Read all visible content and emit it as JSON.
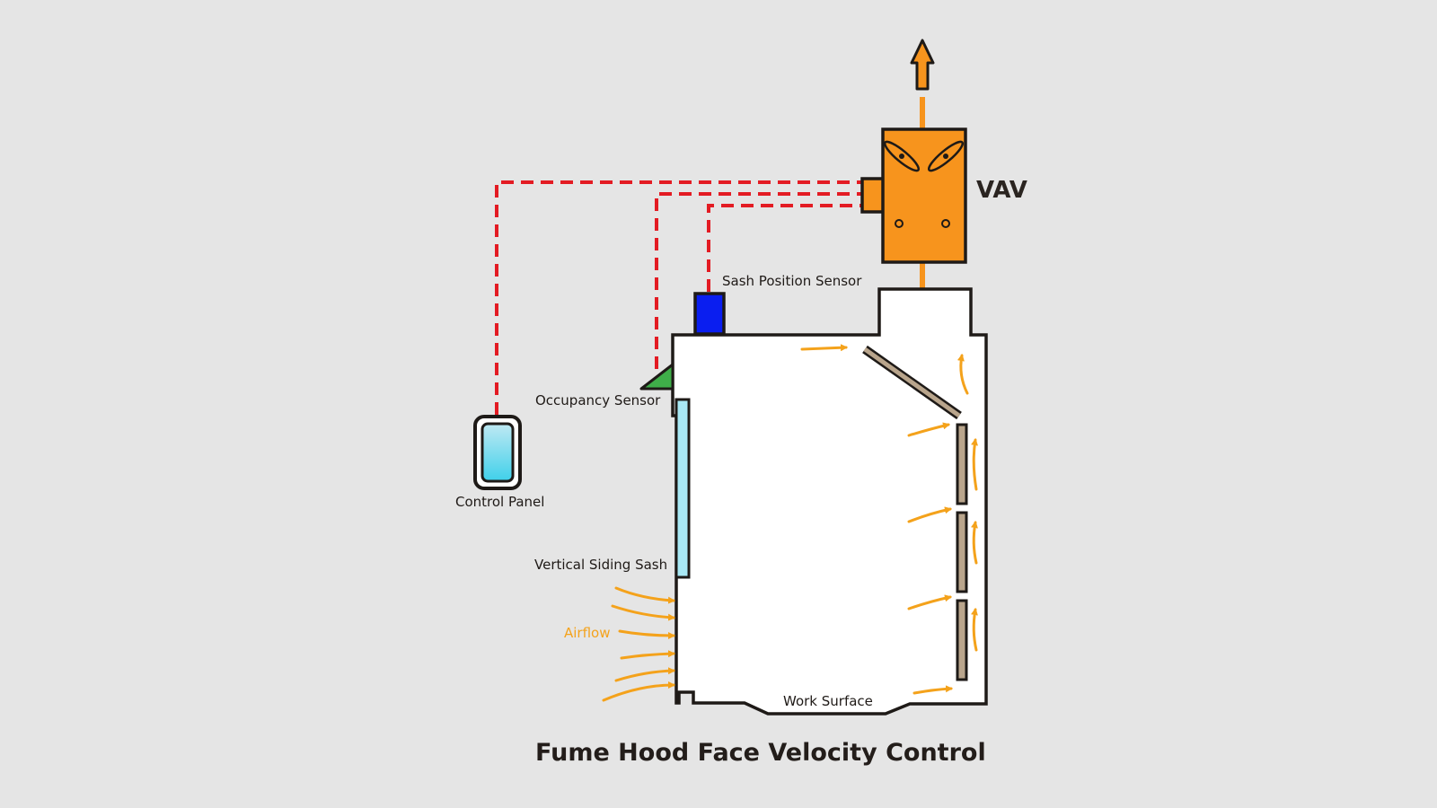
{
  "title": "Fume Hood Face Velocity Control",
  "labels": {
    "vav": "VAV",
    "sash_position_sensor": "Sash Position Sensor",
    "occupancy_sensor": "Occupancy Sensor",
    "control_panel": "Control Panel",
    "vertical_sliding_sash": "Vertical Siding Sash",
    "airflow": "Airflow",
    "work_surface": "Work Surface"
  },
  "colors": {
    "background": "#e5e5e5",
    "vav_body": "#f7941d",
    "exhaust_arrow": "#f7941d",
    "signal_wire": "#e31b23",
    "airflow": "#f4a21b",
    "sash_position_sensor": "#0a1ef0",
    "occupancy_sensor": "#3fae49",
    "control_panel_screen": "#5fd3ea",
    "sash_glass": "#a8e8f4",
    "baffle": "#b9a58c",
    "hood_body": "#ffffff",
    "outline": "#1e1a17"
  }
}
